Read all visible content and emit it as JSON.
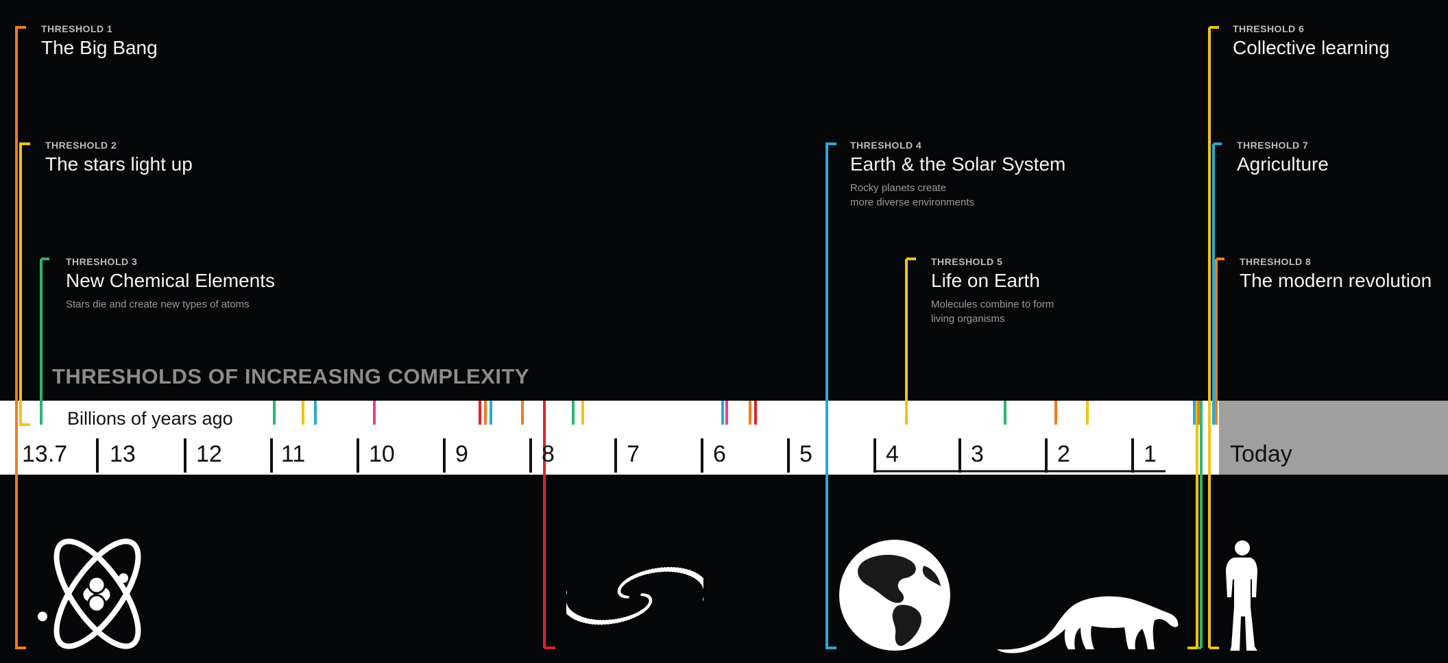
{
  "title": "THRESHOLDS OF INCREASING COMPLEXITY",
  "axis": {
    "caption": "Billions of years ago",
    "ticks": [
      "13.7",
      "13",
      "12",
      "11",
      "10",
      "9",
      "8",
      "7",
      "6",
      "5",
      "4",
      "3",
      "2",
      "1"
    ],
    "today": "Today"
  },
  "colors": {
    "orange": "#f07c1e",
    "yellow": "#f3c313",
    "green": "#2bb673",
    "blue": "#27a9d6",
    "red": "#e4202e",
    "pink": "#e8418f",
    "background": "#060708"
  },
  "thresholds": [
    {
      "label": "THRESHOLD 1",
      "title": "The Big Bang",
      "description": ""
    },
    {
      "label": "THRESHOLD 2",
      "title": "The stars light up",
      "description": ""
    },
    {
      "label": "THRESHOLD 3",
      "title": "New Chemical Elements",
      "description": "Stars die and create new types of atoms"
    },
    {
      "label": "THRESHOLD 4",
      "title": "Earth & the Solar System",
      "description": "Rocky planets create\nmore diverse environments"
    },
    {
      "label": "THRESHOLD 5",
      "title": "Life on Earth",
      "description": "Molecules combine to form\nliving organisms"
    },
    {
      "label": "THRESHOLD 6",
      "title": "Collective learning",
      "description": ""
    },
    {
      "label": "THRESHOLD 7",
      "title": "Agriculture",
      "description": ""
    },
    {
      "label": "THRESHOLD 8",
      "title": "The modern revolution",
      "description": ""
    }
  ],
  "icons": [
    "atom-icon",
    "galaxy-icon",
    "globe-icon",
    "dinosaur-icon",
    "human-icon"
  ]
}
